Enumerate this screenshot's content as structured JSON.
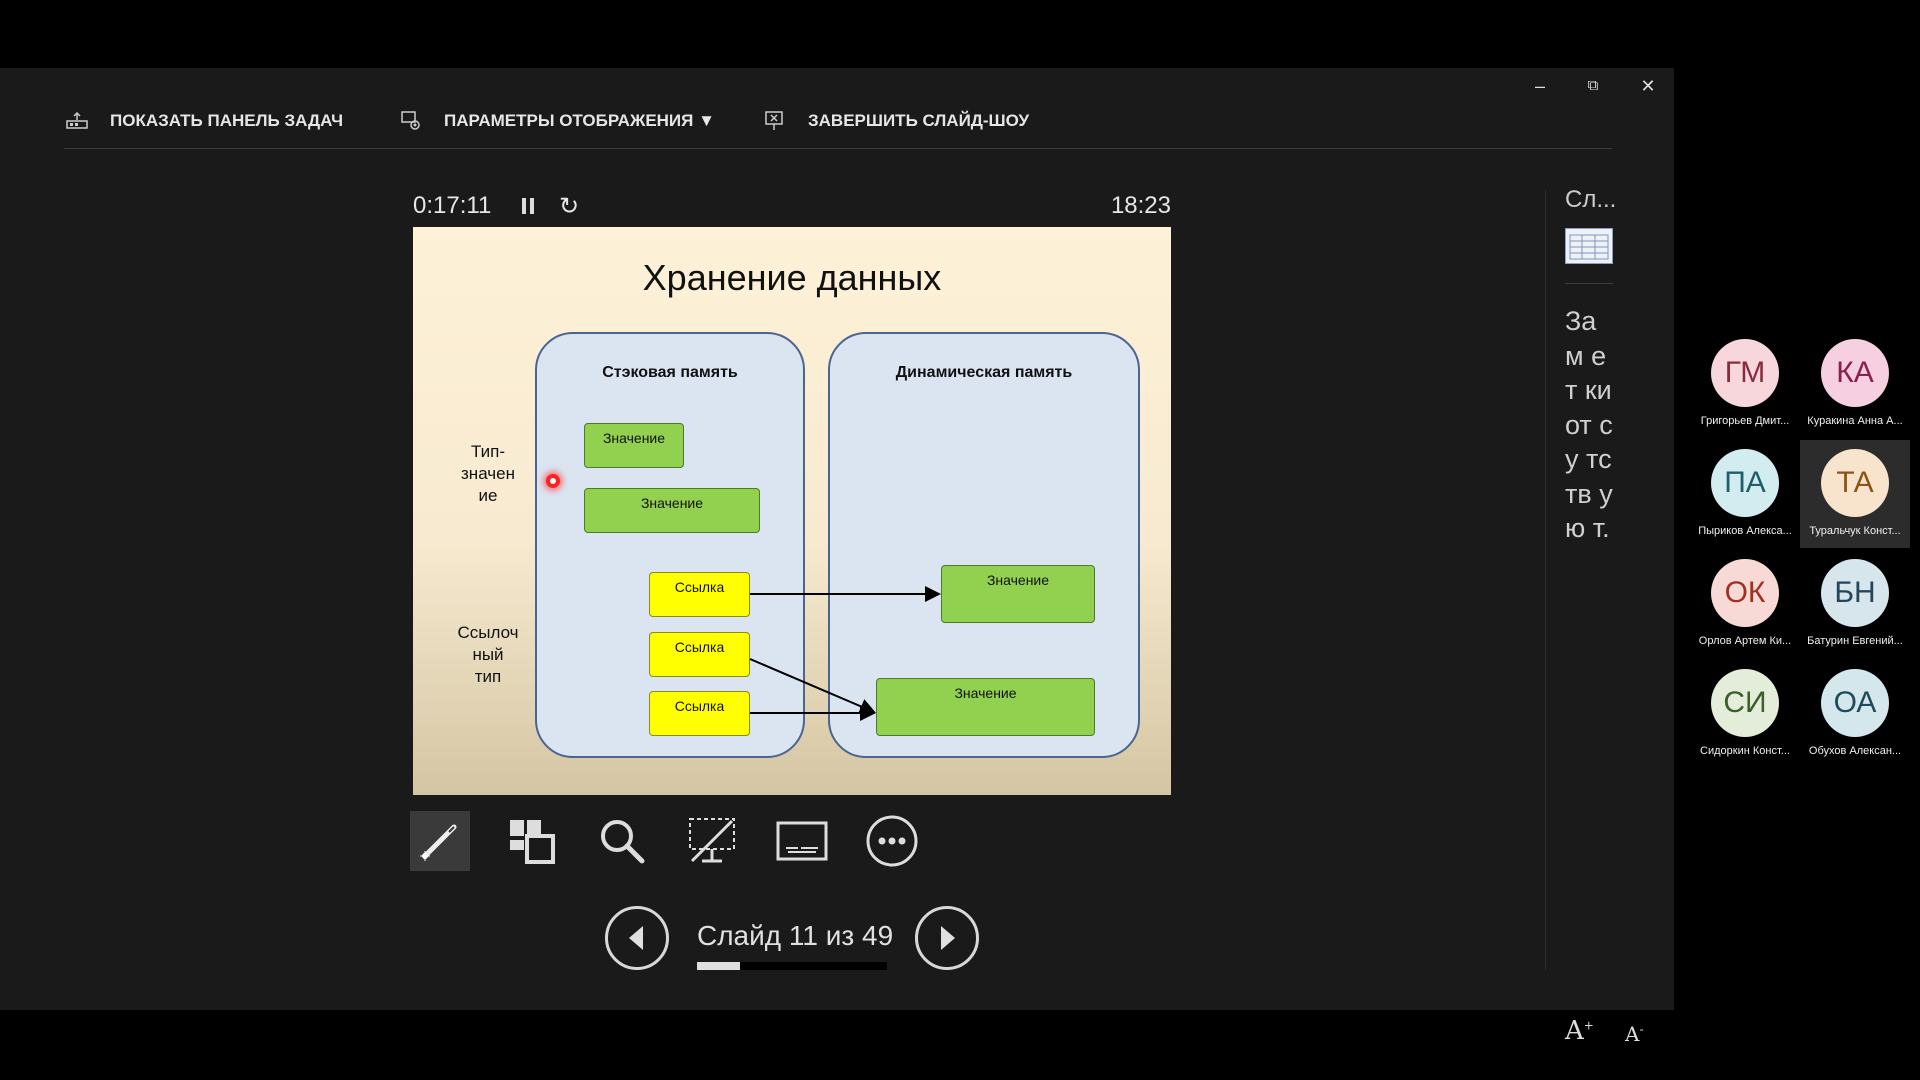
{
  "toolbar": {
    "show_taskbar": "ПОКАЗАТЬ ПАНЕЛЬ ЗАДАЧ",
    "display_settings": "ПАРАМЕТРЫ ОТОБРАЖЕНИЯ ▼",
    "end_slideshow": "ЗАВЕРШИТЬ СЛАЙД-ШОУ"
  },
  "window": {
    "minimize": "–",
    "restore": "⧉",
    "close": "✕"
  },
  "timer": {
    "elapsed": "0:17:11",
    "restart_glyph": "↻",
    "clock": "18:23"
  },
  "slide": {
    "title": "Хранение данных",
    "stack_title": "Стэковая память",
    "heap_title": "Динамическая память",
    "value_label": "Значение",
    "ref_label": "Ссылка",
    "value_type_label": "Тип-\nзначен\nие",
    "ref_type_label": "Ссылоч\nный\nтип"
  },
  "tools": [
    "pen-laser-tool",
    "see-all-slides",
    "zoom-into-slide",
    "black-screen",
    "toggle-subtitles",
    "more-options"
  ],
  "nav": {
    "counter": "Слайд 11 из 49",
    "progress": 0.224
  },
  "notes_panel": {
    "next_slide_label": "Сл...",
    "notes_text": "За м ет ки от су тс тв у ю т.",
    "increase_font": "A",
    "decrease_font": "A"
  },
  "participants": [
    {
      "initials": "ГМ",
      "name": "Григорьев Дмит...",
      "bg": "#f7d6dc",
      "fg": "#8a2a3a"
    },
    {
      "initials": "КА",
      "name": "Куракина Анна А...",
      "bg": "#f6d0e0",
      "fg": "#8a1f4a"
    },
    {
      "initials": "ПА",
      "name": "Пыриков Алекса...",
      "bg": "#d3ecef",
      "fg": "#1f5f6a"
    },
    {
      "initials": "ТА",
      "name": "Туральчук Конст...",
      "bg": "#f8e3cc",
      "fg": "#8a5418"
    },
    {
      "initials": "ОК",
      "name": "Орлов Артем Ки...",
      "bg": "#f7d9d6",
      "fg": "#a03020"
    },
    {
      "initials": "БН",
      "name": "Батурин Евгений...",
      "bg": "#d7e6ec",
      "fg": "#24465a"
    },
    {
      "initials": "СИ",
      "name": "Сидоркин Конст...",
      "bg": "#e3edda",
      "fg": "#3c5e28"
    },
    {
      "initials": "ОА",
      "name": "Обухов Алексан...",
      "bg": "#d3e7ec",
      "fg": "#1f4a5a"
    }
  ]
}
